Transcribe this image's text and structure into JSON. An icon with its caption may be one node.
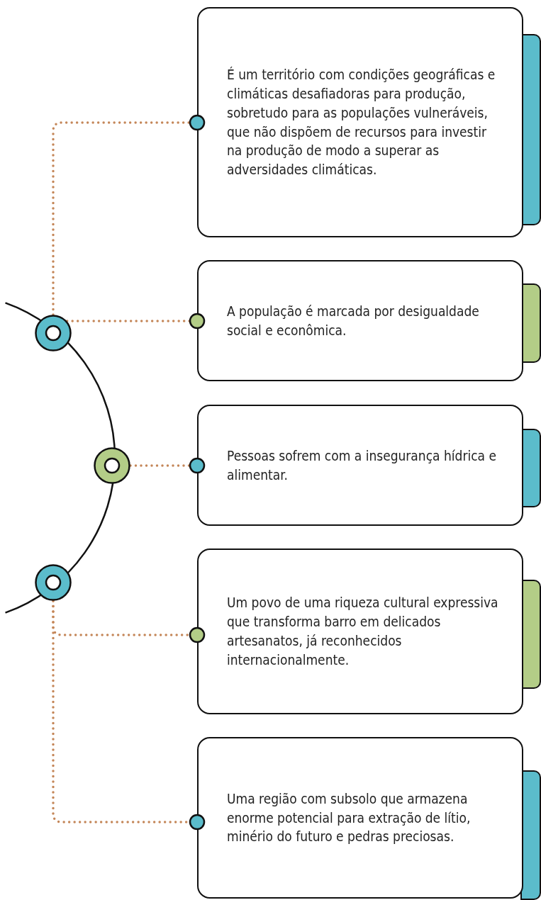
{
  "diagram": {
    "nodes": [
      {
        "text": [
          "É um território com condições geográficas e climáticas desafiadoras para produção, sobretudo para as populações vulneráveis, que não dispõem de recursos para investir na produção de modo a superar as adversidades climáticas."
        ]
      },
      {
        "text": [
          "A população é marcada por desigualdade social e econômica."
        ]
      },
      {
        "text": [
          "Pessoas sofrem com a insegurança hídrica e alimentar."
        ]
      },
      {
        "text": [
          "Um povo de uma riqueza cultural expressiva que transforma barro em delicados artesanatos, já reconhecidos internacionalmente."
        ]
      },
      {
        "text": [
          "Uma região com subsolo que armazena enorme potencial para extração de lítio, minério do futuro e pedras preciosas."
        ]
      },
      {
        "text": [],
        "shape": "circle"
      },
      {
        "text": [],
        "shape": "circle"
      },
      {
        "text": [],
        "shape": "circle"
      },
      {
        "text": [],
        "shape": "bar"
      },
      {
        "text": [],
        "shape": "bar"
      },
      {
        "text": [],
        "shape": "bar"
      },
      {
        "text": [],
        "shape": "bar"
      },
      {
        "text": [],
        "shape": "bar"
      }
    ],
    "edges": [
      {
        "from": 5,
        "to": 0,
        "arrow": "other",
        "style": "dashed"
      },
      {
        "from": 5,
        "to": 1,
        "arrow": "other",
        "style": "dashed"
      },
      {
        "from": 6,
        "to": 2,
        "arrow": "other",
        "style": "dashed"
      },
      {
        "from": 7,
        "to": 3,
        "arrow": "other",
        "style": "dashed"
      },
      {
        "from": 7,
        "to": 4,
        "arrow": "other",
        "style": "dashed"
      }
    ]
  }
}
